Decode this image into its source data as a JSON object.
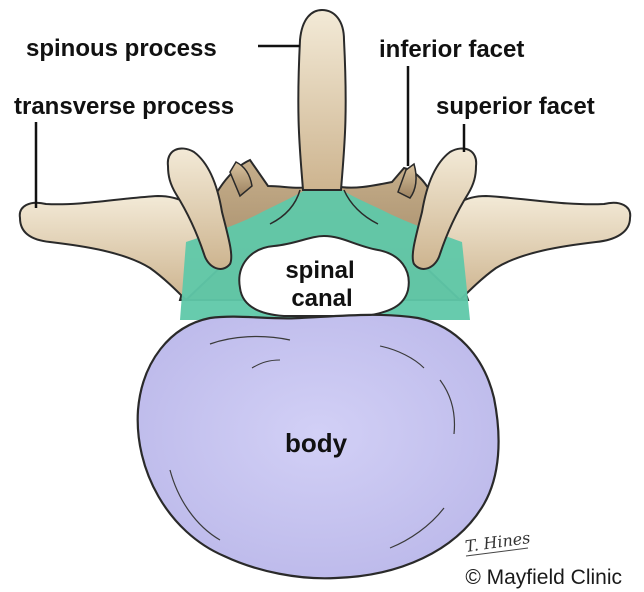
{
  "labels": {
    "spinous_process": "spinous process",
    "inferior_facet": "inferior facet",
    "transverse_process": "transverse process",
    "superior_facet": "superior facet",
    "spinal": "spinal",
    "canal": "canal",
    "body": "body"
  },
  "credits": {
    "copyright": "© Mayfield Clinic",
    "signature": "T. Hines"
  },
  "colors": {
    "bone": "#e9dcc2",
    "bone_shadow": "#b49b77",
    "lamina": "#5fc8a9",
    "body": "#c9c7f0",
    "outline": "#2a2a2a"
  }
}
